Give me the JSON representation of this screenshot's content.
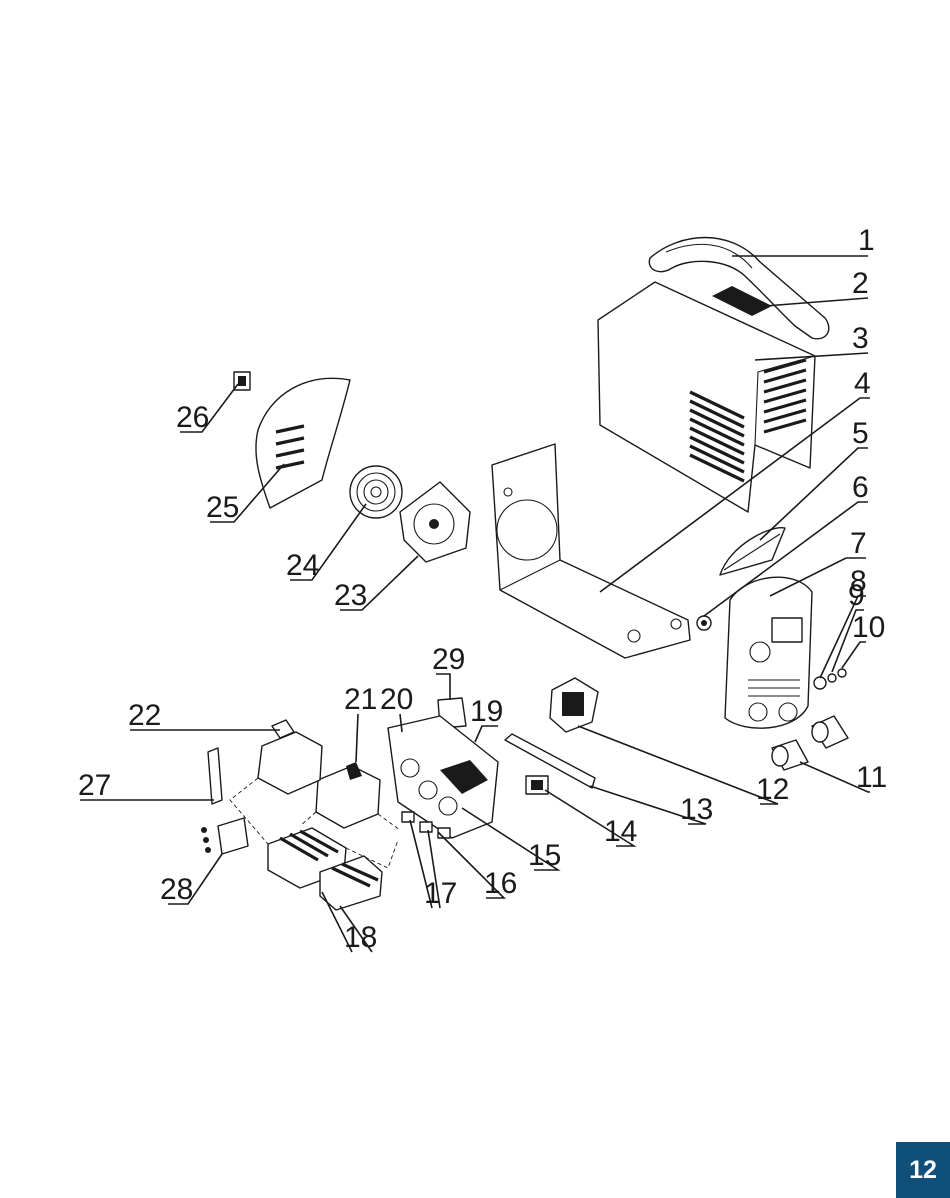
{
  "page_number": "12",
  "colors": {
    "badge": "#0f4f79",
    "line": "#1a1a1a"
  },
  "labels": {
    "p1": "1",
    "p2": "2",
    "p3": "3",
    "p4": "4",
    "p5": "5",
    "p6": "6",
    "p7": "7",
    "p8": "8",
    "p9": "9",
    "p10": "10",
    "p11": "11",
    "p12": "12",
    "p13": "13",
    "p14": "14",
    "p15": "15",
    "p16": "16",
    "p17": "17",
    "p18": "18",
    "p19": "19",
    "p20": "20",
    "p21": "21",
    "p22": "22",
    "p23": "23",
    "p24": "24",
    "p25": "25",
    "p26": "26",
    "p27": "27",
    "p28": "28",
    "p29": "29"
  }
}
